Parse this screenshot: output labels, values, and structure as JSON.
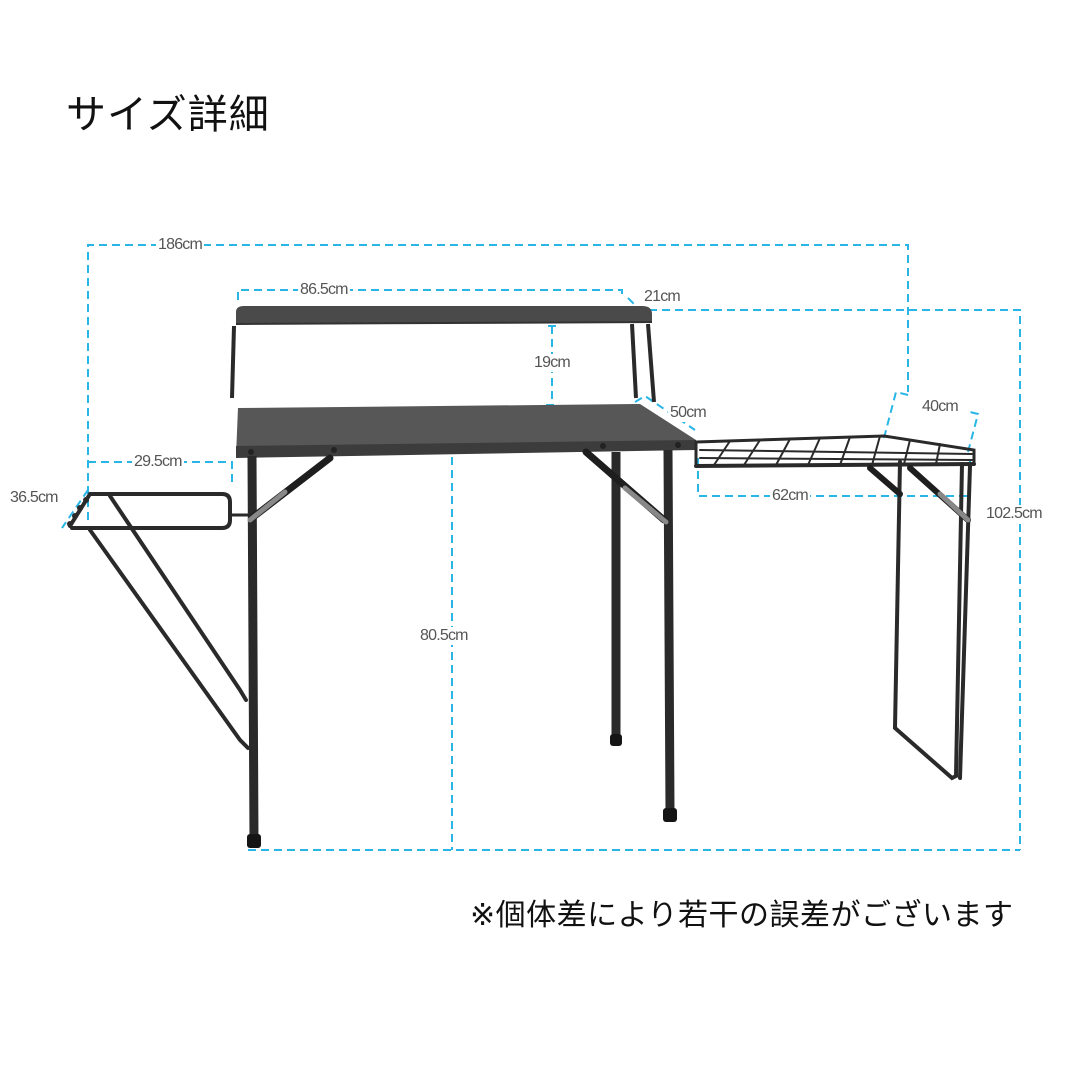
{
  "page": {
    "title": "サイズ詳細",
    "note": "※個体差により若干の誤差がございます"
  },
  "colors": {
    "dimension_line": "#29b6e6",
    "frame": "#2a2a2a",
    "tabletop": "#555555",
    "text": "#111111",
    "dimension_text": "#555555"
  },
  "dimensions": {
    "total_width": "186cm",
    "top_shelf_width": "86.5cm",
    "top_shelf_depth": "21cm",
    "shelf_height": "19cm",
    "table_depth": "50cm",
    "side_rack_width": "29.5cm",
    "side_rack_depth": "36.5cm",
    "table_height": "80.5cm",
    "mesh_shelf_width": "62cm",
    "mesh_shelf_depth": "40cm",
    "total_height": "102.5cm"
  }
}
